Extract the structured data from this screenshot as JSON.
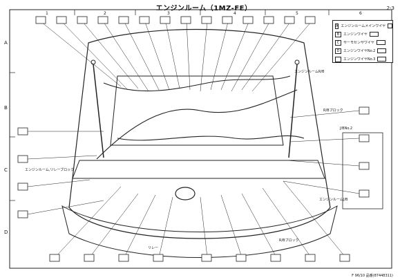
{
  "header": {
    "title": "エンジンルーム（1MZ-FE）",
    "page_number": "2-3"
  },
  "grid": {
    "columns": [
      "1",
      "2",
      "3",
      "4",
      "5",
      "6"
    ],
    "rows": [
      "A",
      "B",
      "C",
      "D"
    ]
  },
  "legend": {
    "items": [
      {
        "key": "A",
        "label": "エンジンルームメインワイヤ"
      },
      {
        "key": "B",
        "label": "エンジンワイヤ"
      },
      {
        "key": "C",
        "label": "サーモセンサワイヤ"
      },
      {
        "key": "D",
        "label": "エンジンワイヤNo.2"
      },
      {
        "key": "",
        "label": "エンジンワイヤNo.3"
      }
    ]
  },
  "labels": {
    "relay_block": "エンジンルームR/B",
    "rb_label": "R/Bブロック",
    "junction_no2": "J/BNo.2",
    "fuse_block": "エンジンルームJ/B",
    "junction_left": "エンジンルーム,リレーブロック",
    "relay_label": "リレー",
    "r_block": "R/Bブロック"
  },
  "footer": {
    "code": "F 96/10 品番(87448311)"
  }
}
